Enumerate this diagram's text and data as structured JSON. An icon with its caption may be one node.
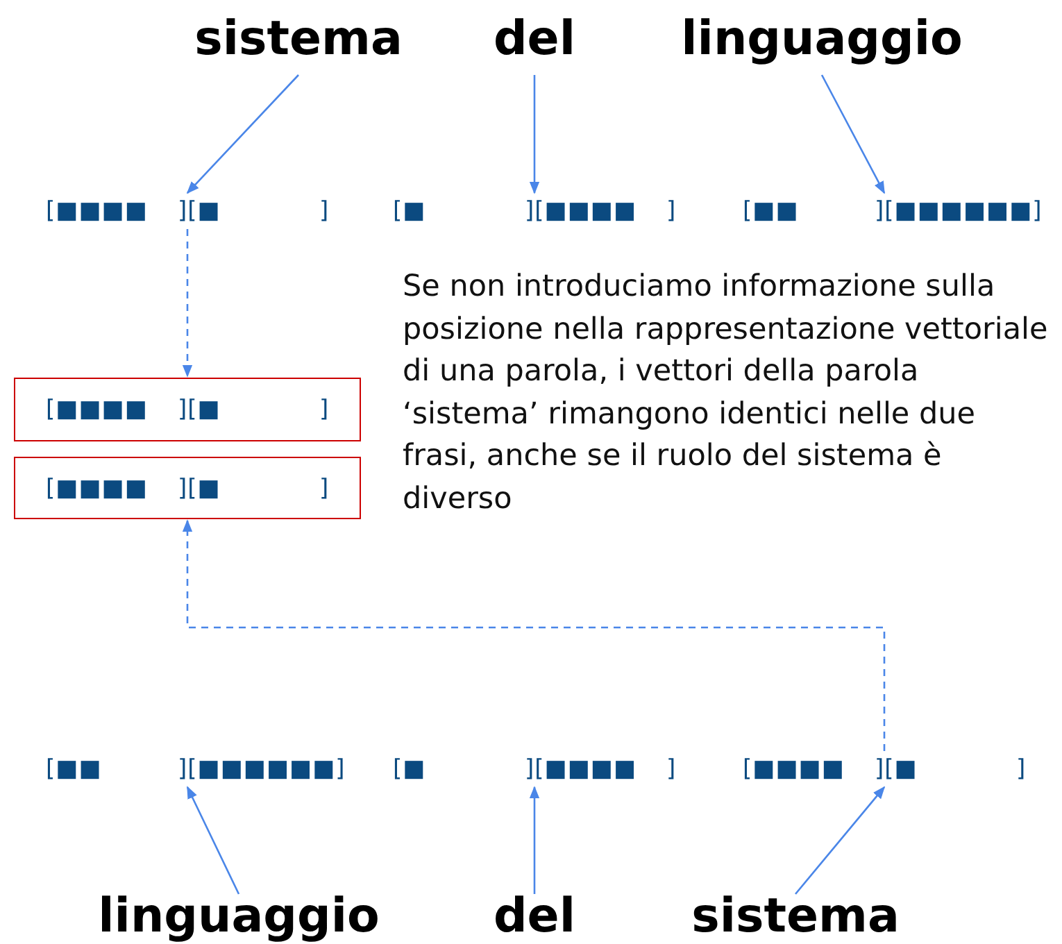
{
  "diagram": {
    "nodes": [
      {
        "text": [
          "sistema"
        ]
      },
      {
        "text": [
          "del"
        ]
      },
      {
        "text": [
          "linguaggio"
        ]
      },
      {
        "text": [
          "[■■■■",
          "][■",
          "]"
        ]
      },
      {
        "text": [
          "[■",
          "][■■■■",
          "]"
        ]
      },
      {
        "text": [
          "[■■",
          "][■■■■■■]"
        ]
      },
      {
        "text": [
          "[■■■■",
          "][■",
          "]"
        ]
      },
      {
        "text": [
          "[■■■■",
          "][■",
          "]"
        ]
      },
      {
        "text": [
          "[■■",
          "][■■■■■■]"
        ]
      },
      {
        "text": [
          "[■",
          "][■■■■",
          "]"
        ]
      },
      {
        "text": [
          "[■■■■",
          "][■",
          "]"
        ]
      },
      {
        "text": [
          "linguaggio"
        ]
      },
      {
        "text": [
          "del"
        ]
      },
      {
        "text": [
          "sistema"
        ]
      }
    ],
    "edges": [
      {
        "from": 0,
        "to": 3,
        "arrow": "to"
      },
      {
        "from": 1,
        "to": 4,
        "arrow": "to"
      },
      {
        "from": 2,
        "to": 5,
        "arrow": "to"
      },
      {
        "from": 3,
        "to": 6,
        "arrow": "to",
        "style": "dashed"
      },
      {
        "from": 10,
        "to": 7,
        "arrow": "to",
        "style": "dashed"
      },
      {
        "from": 11,
        "to": 8,
        "arrow": "to"
      },
      {
        "from": 12,
        "to": 9,
        "arrow": "to"
      },
      {
        "from": 13,
        "to": 10,
        "arrow": "to"
      }
    ],
    "labels": [
      "Se non introduciamo informazione sulla posizione nella rappresentazione vettoriale di una parola, i vettori della parola ‘sistema’ rimangono identici nelle due frasi, anche se il ruolo del sistema è diverso"
    ]
  }
}
